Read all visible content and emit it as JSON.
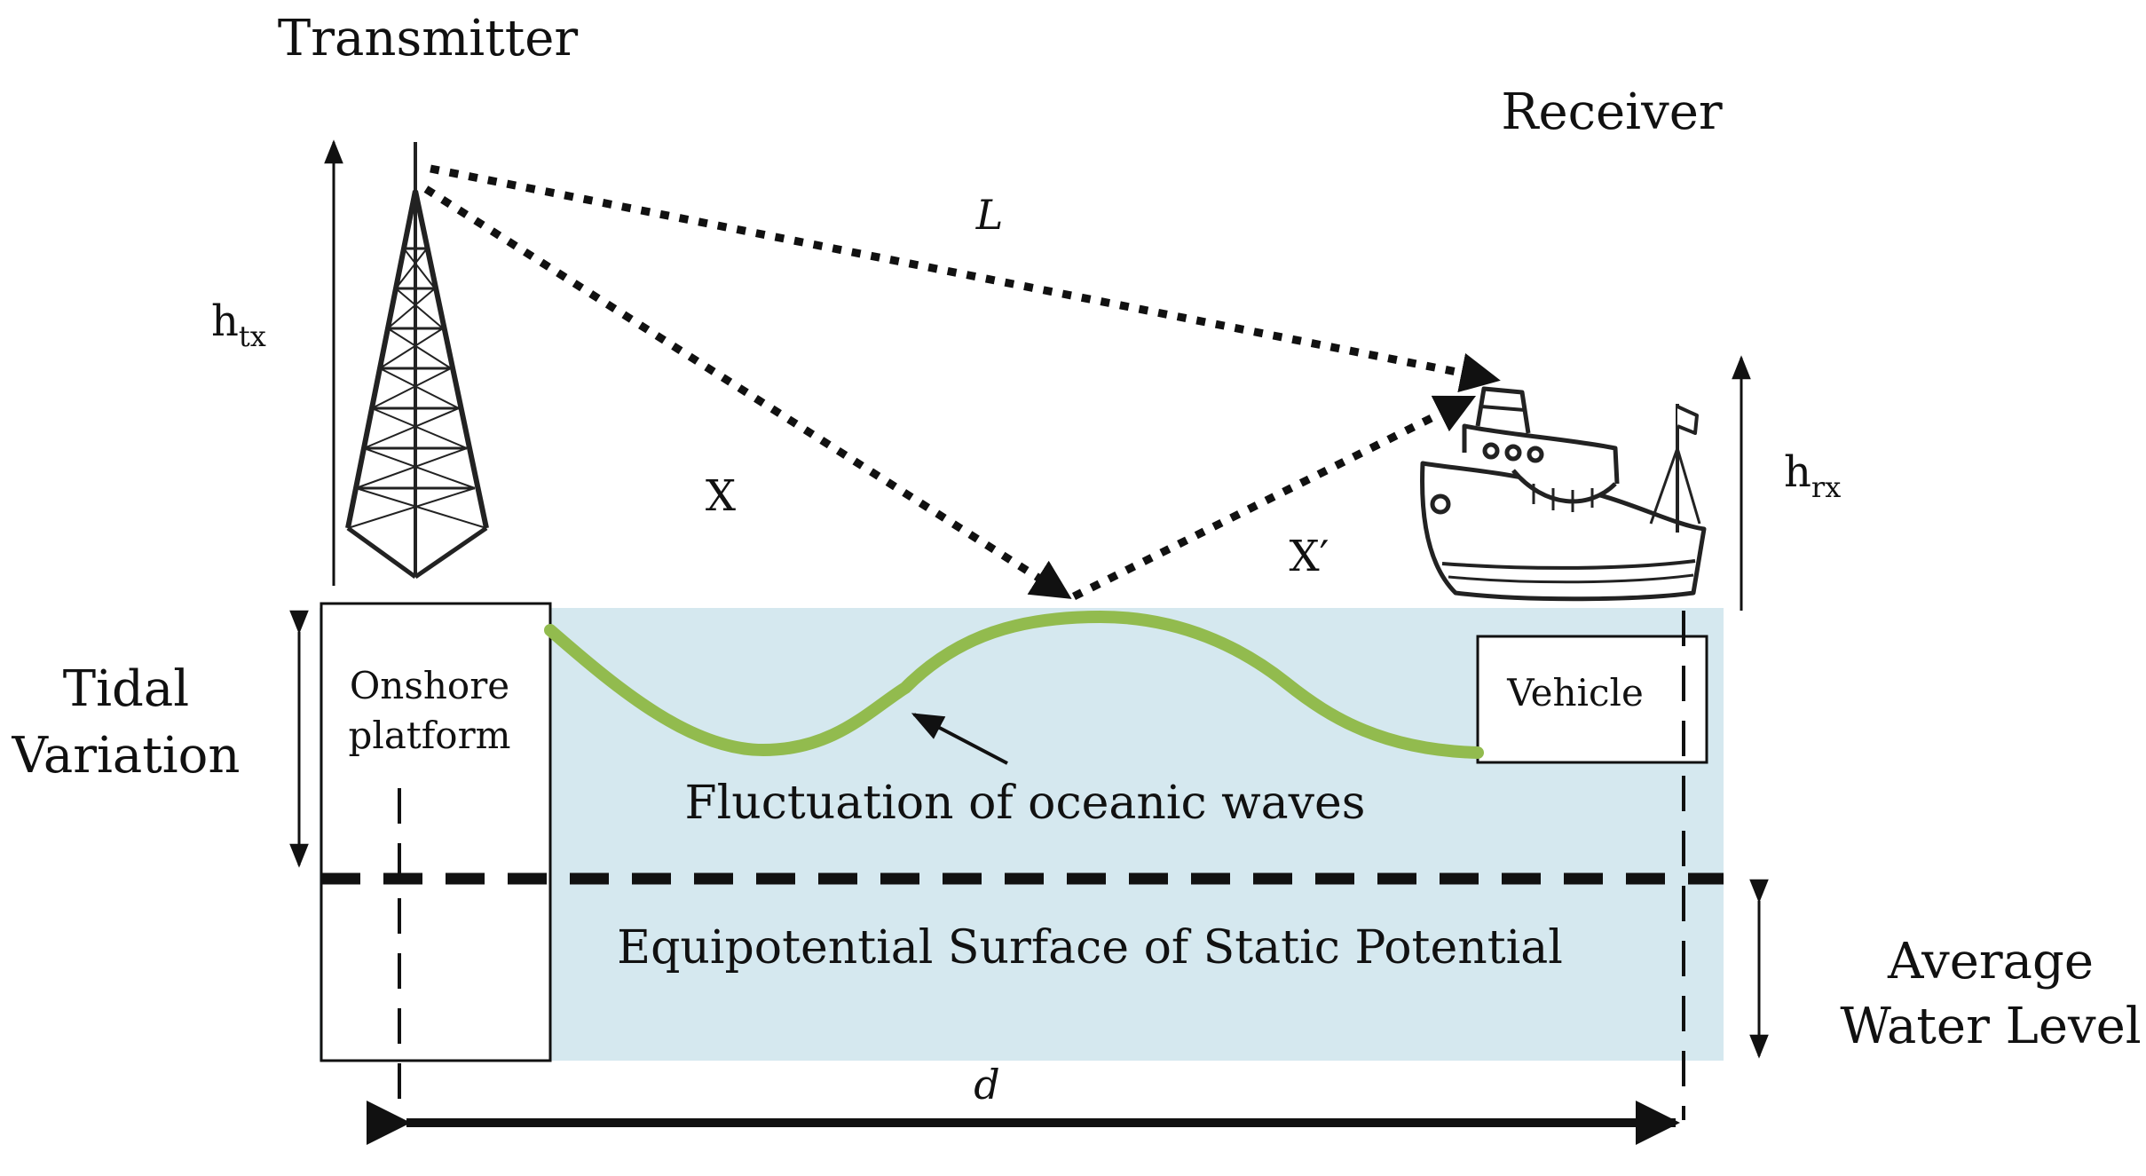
{
  "labels": {
    "transmitter": "Transmitter",
    "receiver": "Receiver",
    "direct_path": "L",
    "incident_path": "X",
    "reflected_path": "X′",
    "h_tx_main": "h",
    "h_tx_sub": "tx",
    "h_rx_main": "h",
    "h_rx_sub": "rx",
    "tidal_line1": "Tidal",
    "tidal_line2": "Variation",
    "onshore_line1": "Onshore",
    "onshore_line2": "platform",
    "vehicle": "Vehicle",
    "fluctuation": "Fluctuation  of  oceanic  waves",
    "equipotential": "Equipotential  Surface  of  Static  Potential",
    "avg_line1": "Average",
    "avg_line2": "Water Level",
    "distance": "d"
  },
  "colors": {
    "water": "#d5e8ef",
    "wave": "#92bb4e",
    "ink": "#111111",
    "box_fill": "#ffffff"
  }
}
